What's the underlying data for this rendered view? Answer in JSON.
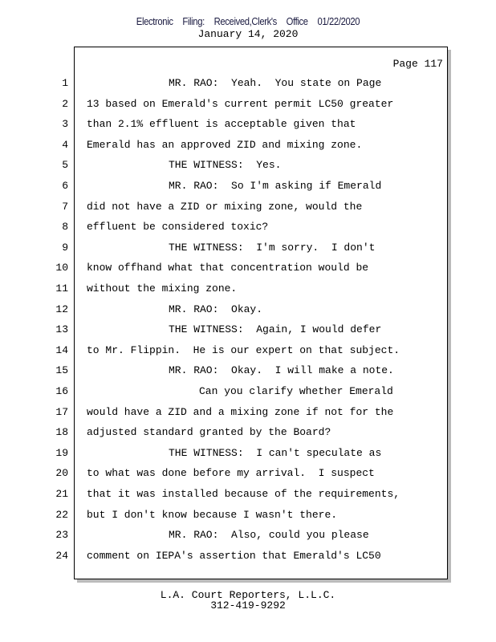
{
  "header": {
    "filing_stamp": "Electronic Filing: Received,Clerk's Office 01/22/2020",
    "date": "January 14, 2020"
  },
  "page_label": "Page 117",
  "lines": [
    {
      "n": "1",
      "text": "MR. RAO:  Yeah.  You state on Page"
    },
    {
      "n": "2",
      "text": "13 based on Emerald's current permit LC50 greater"
    },
    {
      "n": "3",
      "text": "than 2.1% effluent is acceptable given that"
    },
    {
      "n": "4",
      "text": "Emerald has an approved ZID and mixing zone."
    },
    {
      "n": "5",
      "text": "THE WITNESS:  Yes."
    },
    {
      "n": "6",
      "text": "MR. RAO:  So I'm asking if Emerald"
    },
    {
      "n": "7",
      "text": "did not have a ZID or mixing zone, would the"
    },
    {
      "n": "8",
      "text": "effluent be considered toxic?"
    },
    {
      "n": "9",
      "text": "THE WITNESS:  I'm sorry.  I don't"
    },
    {
      "n": "10",
      "text": "know offhand what that concentration would be"
    },
    {
      "n": "11",
      "text": "without the mixing zone."
    },
    {
      "n": "12",
      "text": "MR. RAO:  Okay."
    },
    {
      "n": "13",
      "text": "THE WITNESS:  Again, I would defer"
    },
    {
      "n": "14",
      "text": "to Mr. Flippin.  He is our expert on that subject."
    },
    {
      "n": "15",
      "text": "MR. RAO:  Okay.  I will make a note."
    },
    {
      "n": "16",
      "text": "Can you clarify whether Emerald"
    },
    {
      "n": "17",
      "text": "would have a ZID and a mixing zone if not for the"
    },
    {
      "n": "18",
      "text": "adjusted standard granted by the Board?"
    },
    {
      "n": "19",
      "text": "THE WITNESS:  I can't speculate as"
    },
    {
      "n": "20",
      "text": "to what was done before my arrival.  I suspect"
    },
    {
      "n": "21",
      "text": "that it was installed because of the requirements,"
    },
    {
      "n": "22",
      "text": "but I don't know because I wasn't there."
    },
    {
      "n": "23",
      "text": "MR. RAO:  Also, could you please"
    },
    {
      "n": "24",
      "text": "comment on IEPA's assertion that Emerald's LC50"
    }
  ],
  "footer": {
    "company": "L.A. Court Reporters, L.L.C.",
    "phone": "312-419-9292"
  }
}
